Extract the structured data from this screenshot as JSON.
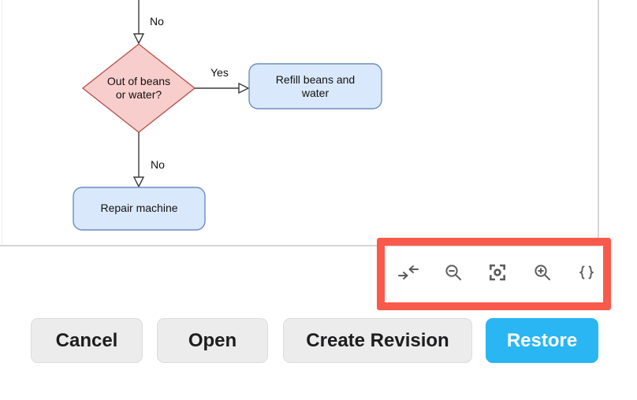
{
  "diagram": {
    "edge_labels": {
      "top_no": "No",
      "yes": "Yes",
      "bottom_no": "No"
    },
    "decision_node": {
      "line1": "Out of beans",
      "line2": "or water?"
    },
    "refill_node": {
      "line1": "Refill beans and",
      "line2": "water"
    },
    "repair_node": {
      "label": "Repair machine"
    },
    "colors": {
      "decision_fill": "#f8cecc",
      "decision_stroke": "#b85450",
      "process_fill": "#dae8fc",
      "process_stroke": "#6c8ebf",
      "edge_stroke": "#3b3b3b"
    }
  },
  "toolbar": {
    "highlight_color": "#fa5a4c",
    "icon_color": "#5c5c5c",
    "icons": [
      {
        "name": "reset-view-icon"
      },
      {
        "name": "zoom-out-icon"
      },
      {
        "name": "fit-page-icon"
      },
      {
        "name": "zoom-in-icon"
      },
      {
        "name": "edit-xml-icon"
      }
    ]
  },
  "footer": {
    "buttons": [
      {
        "label": "Cancel"
      },
      {
        "label": "Open"
      },
      {
        "label": "Create Revision"
      },
      {
        "label": "Restore"
      }
    ],
    "primary_color": "#29b6f2",
    "default_bg": "#ececec"
  }
}
